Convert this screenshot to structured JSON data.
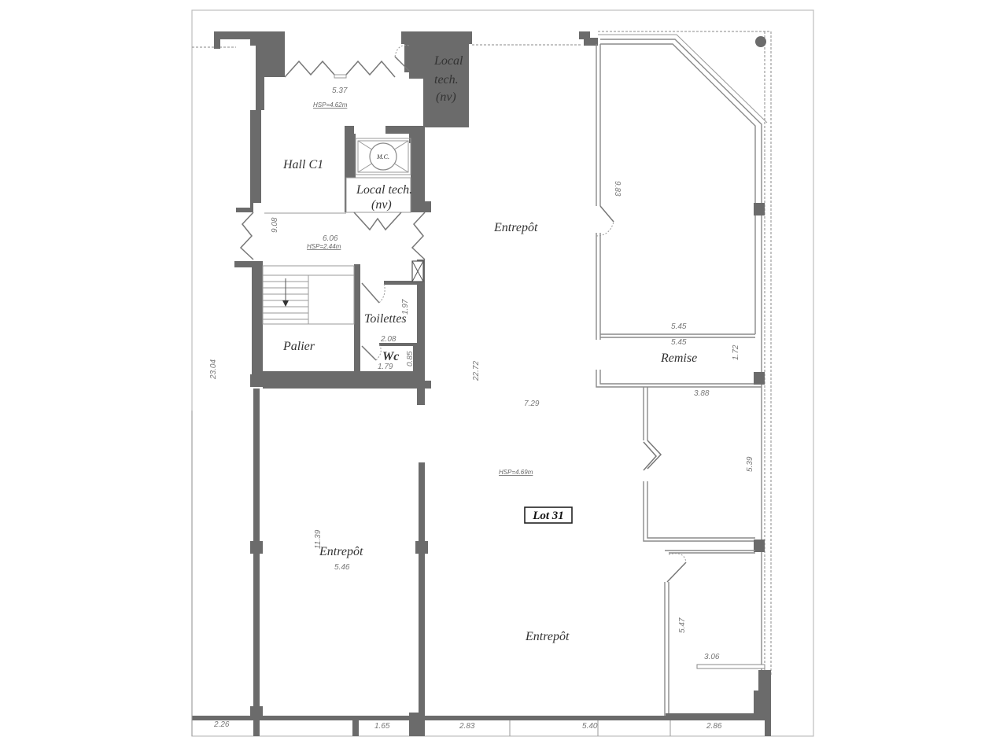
{
  "plan": {
    "lot_label": "Lot 31",
    "rooms": {
      "hall": "Hall C1",
      "local_tech_top_line1": "Local",
      "local_tech_top_line2": "tech.",
      "local_tech_top_line3": "(nv)",
      "mc": "M.C.",
      "local_tech_mid_line1": "Local tech.",
      "local_tech_mid_line2": "(nv)",
      "entrepot_top": "Entrepôt",
      "toilettes": "Toilettes",
      "wc": "Wc",
      "palier": "Palier",
      "remise": "Remise",
      "entrepot_left": "Entrepôt",
      "entrepot_bottom": "Entrepôt"
    },
    "heights": {
      "hall": "HSP=4.62m",
      "corridor": "HSP=2.44m",
      "main": "HSP=4.69m"
    },
    "dimensions": {
      "hall_width": "5.37",
      "corridor_width": "6.06",
      "corridor_height": "9.08",
      "right_room_height": "9.83",
      "overall_height": "23.04",
      "main_height": "22.72",
      "main_width": "7.29",
      "toilettes_height": "1.97",
      "toilettes_width": "2.08",
      "wc_width": "1.79",
      "wc_height": "0.85",
      "right_room_width": "5.45",
      "remise_width": "5.45",
      "remise_height": "1.72",
      "room_b_width": "3.88",
      "room_b_height": "5.39",
      "left_entrepot_height": "11.39",
      "left_entrepot_width": "5.46",
      "room_c_height": "5.47",
      "room_c_width": "3.06",
      "bottom_1": "2.26",
      "bottom_2": "1.65",
      "bottom_3": "2.83",
      "bottom_4": "5.40",
      "bottom_5": "2.86"
    }
  }
}
